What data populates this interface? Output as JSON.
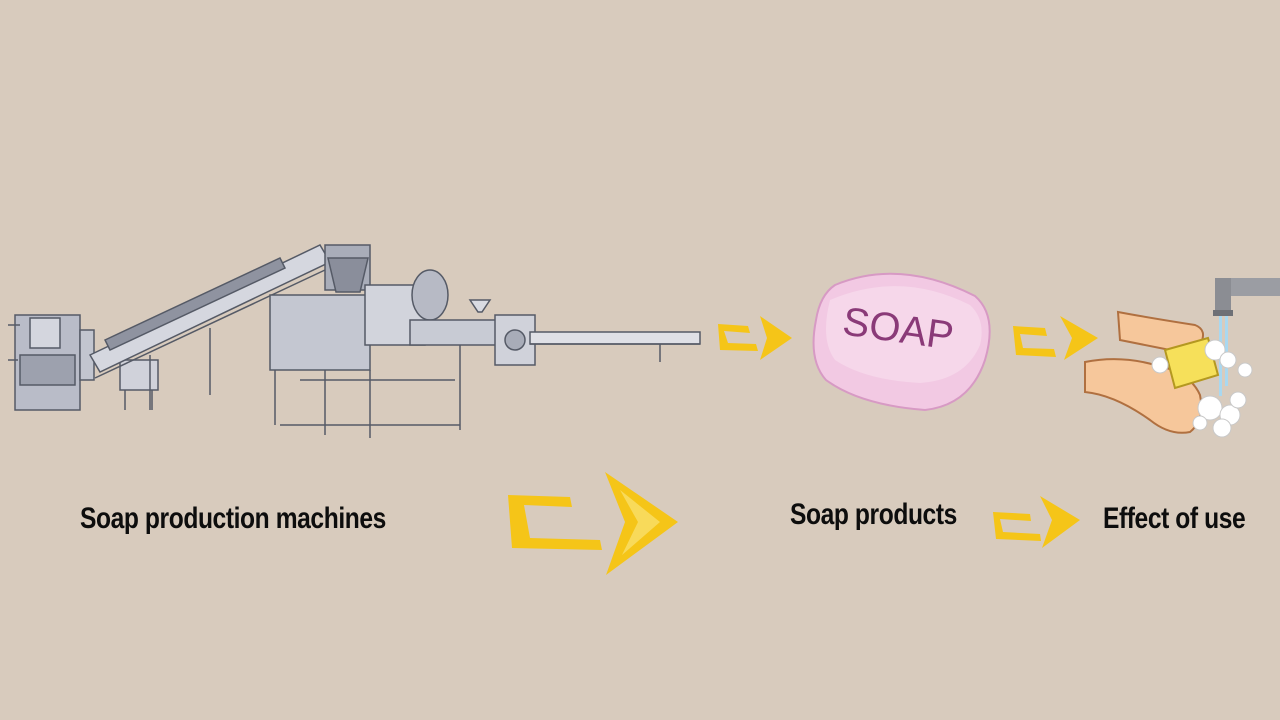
{
  "labels": {
    "machines": "Soap production machines",
    "products": "Soap products",
    "effect": "Effect of use"
  },
  "soap_bar": {
    "text": "SOAP"
  },
  "colors": {
    "background": "#d8cbbd",
    "arrow": "#f5c518",
    "soap": "#f2c9e3",
    "machine": "#c9ccd6"
  }
}
